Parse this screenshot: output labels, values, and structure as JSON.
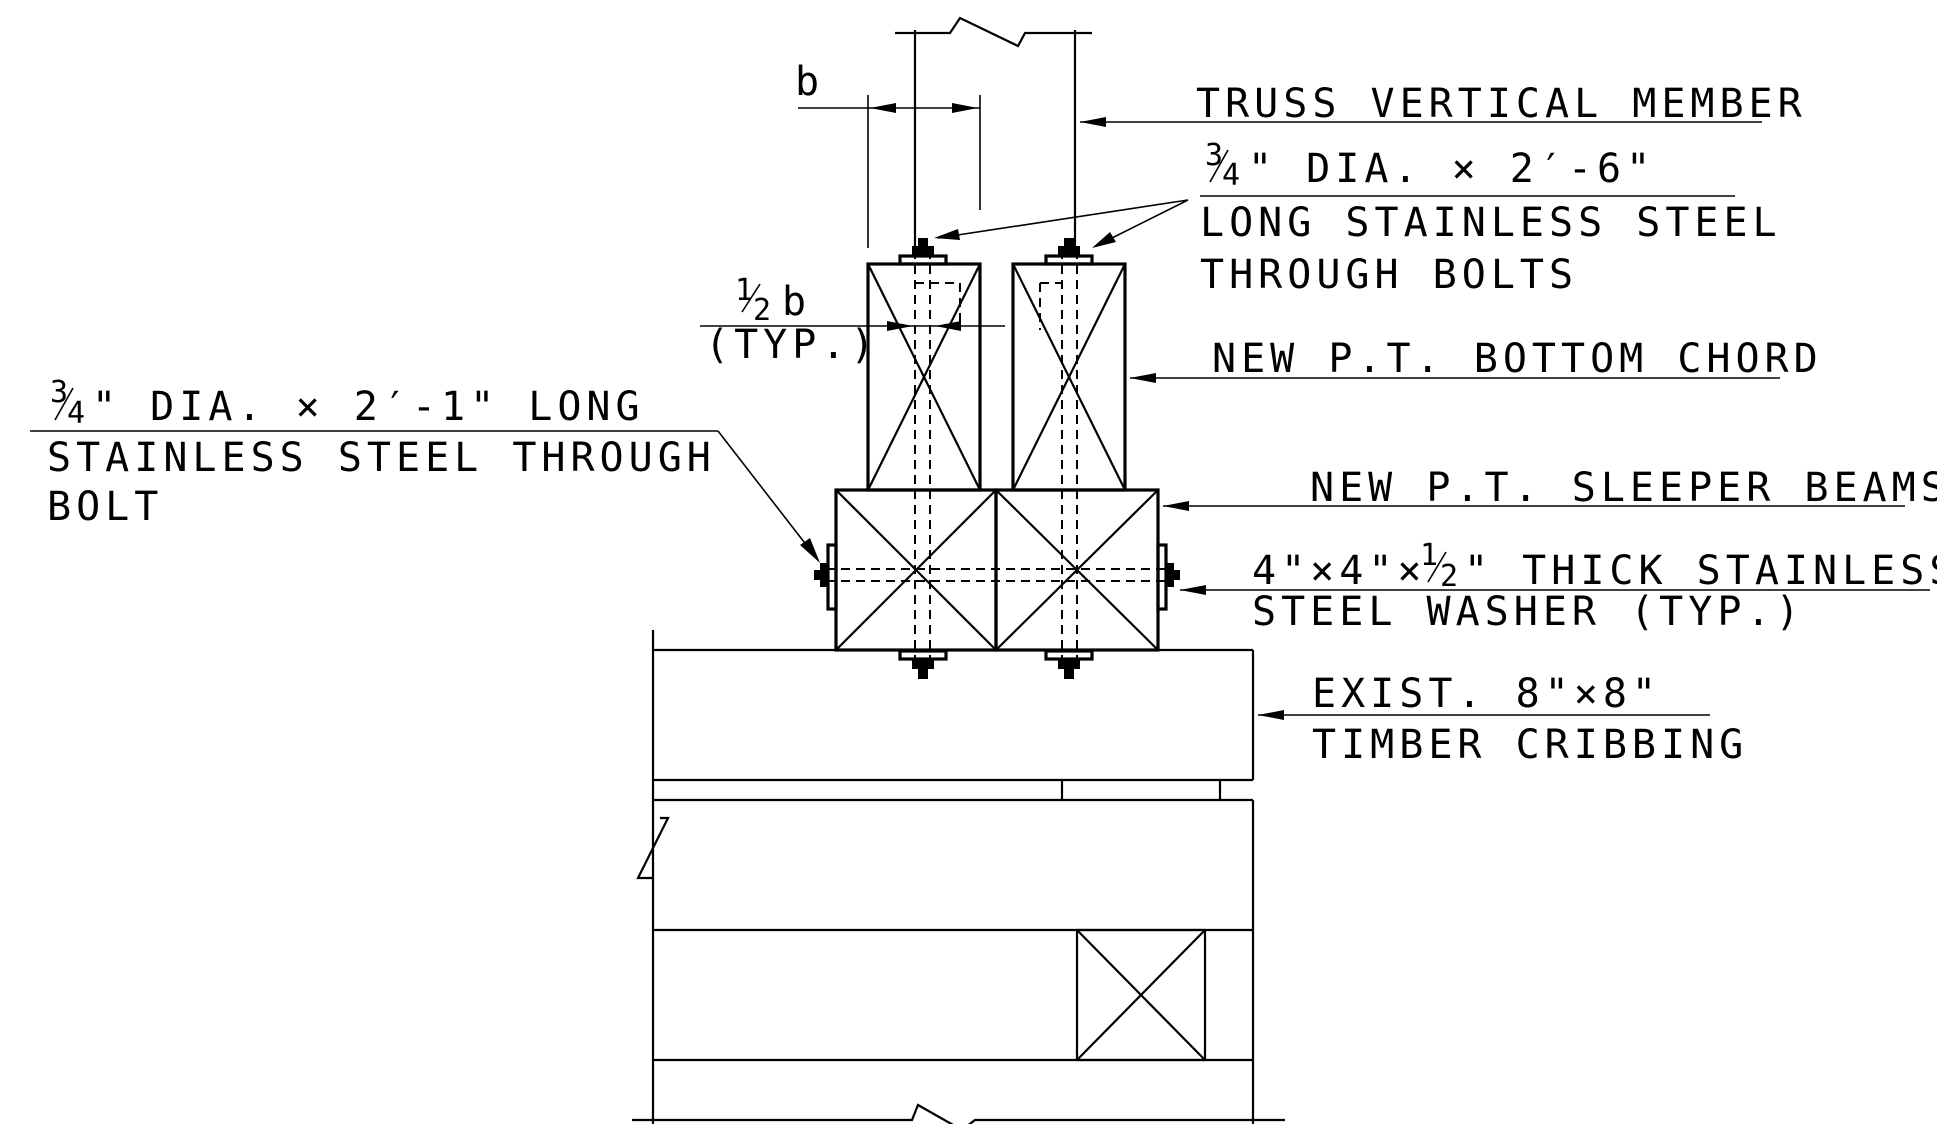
{
  "labels": {
    "dim_b": "b",
    "dim_half_b_num": "1",
    "dim_half_b_den": "2",
    "dim_half_b_suffix": "b",
    "dim_half_b_typ": "(TYP.)",
    "truss_vertical": "TRUSS VERTICAL MEMBER",
    "top_bolt_line1_frac_num": "3",
    "top_bolt_line1_frac_den": "4",
    "top_bolt_line1_rest": "\" DIA. × 2′-6\"",
    "top_bolt_line2": "LONG STAINLESS STEEL",
    "top_bolt_line3": "THROUGH BOLTS",
    "bottom_chord": "NEW P.T. BOTTOM CHORD",
    "side_bolt_line1_frac_num": "3",
    "side_bolt_line1_frac_den": "4",
    "side_bolt_line1_rest": "\" DIA. × 2′-1\" LONG",
    "side_bolt_line2": "STAINLESS STEEL THROUGH",
    "side_bolt_line3": "BOLT",
    "sleeper_beams": "NEW P.T. SLEEPER BEAMS",
    "washer_line1_a": "4\"×4\"×",
    "washer_line1_frac_num": "1",
    "washer_line1_frac_den": "2",
    "washer_line1_b": "\" THICK STAINLESS",
    "washer_line2": "STEEL WASHER (TYP.)",
    "cribbing_line1": "EXIST. 8\"×8\"",
    "cribbing_line2": "TIMBER CRIBBING"
  }
}
